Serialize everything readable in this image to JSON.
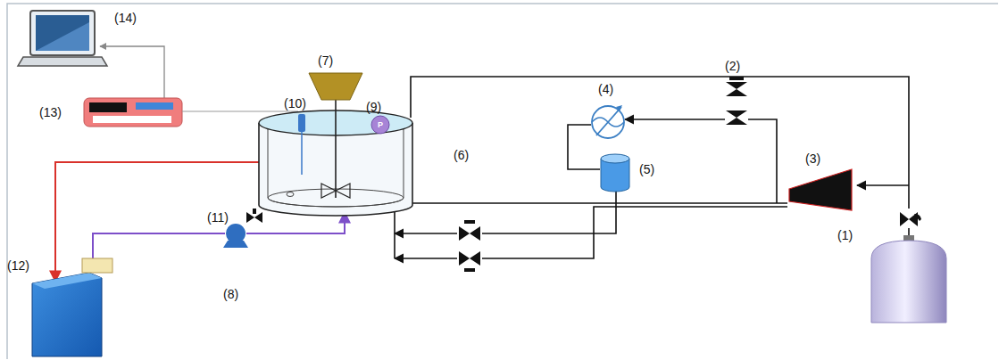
{
  "diagram": {
    "labels": [
      "(14)",
      "(7)",
      "(2)",
      "(13)",
      "(10)",
      "(9)",
      "(4)",
      "(6)",
      "(5)",
      "(3)",
      "(11)",
      "(12)",
      "(8)",
      "(1)",
      "P"
    ]
  }
}
